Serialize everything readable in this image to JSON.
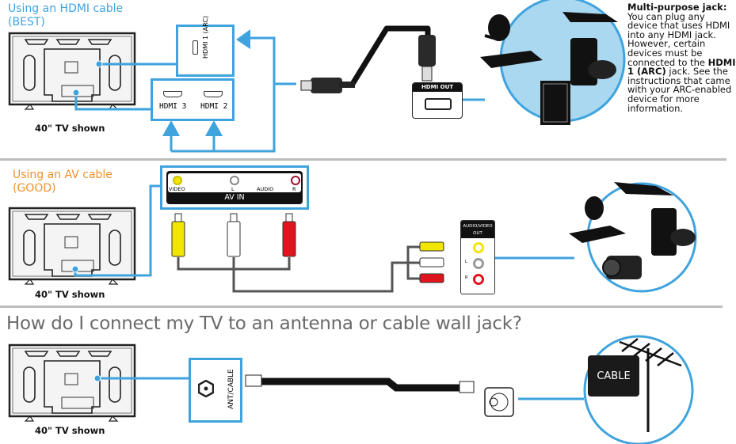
{
  "colors": {
    "accent_blue": "#3fa3de",
    "circle_fill": "#a9d8f0",
    "orange": "#f0902a",
    "heading_gray": "#6a6a6a",
    "divider_gray": "#bdbdbd",
    "rca_yellow": "#f2e500",
    "rca_red": "#e0141e",
    "rca_white": "#ffffff"
  },
  "hdmi_section": {
    "title_line1": "Using an HDMI cable",
    "title_line2": "(BEST)",
    "tv_caption": "40\" TV shown",
    "ports": {
      "hdmi1": "HDMI 1 (ARC)",
      "hdmi3": "HDMI 3",
      "hdmi2": "HDMI 2"
    },
    "device_jack_label": "HDMI OUT",
    "note": {
      "bold_lead": "Multi-purpose jack:",
      "text1": " You can plug any device that uses HDMI into any HDMI jack. However, certain devices must be connected to the ",
      "bold_mid": "HDMI 1 (ARC)",
      "text2": " jack. See the instructions that came with your ARC-enabled device for more information."
    },
    "devices_icon": "devices-group-icon"
  },
  "av_section": {
    "title_line1": "Using an AV cable",
    "title_line2": "(GOOD)",
    "tv_caption": "40\" TV shown",
    "panel_label": "AV IN",
    "jack_labels": {
      "video": "VIDEO",
      "left": "L",
      "audio": "AUDIO",
      "right": "R"
    },
    "device_panel": {
      "title_line1": "AUDIO/VIDEO",
      "title_line2": "OUT",
      "left": "L",
      "right": "R"
    }
  },
  "antenna_section": {
    "heading": "How do I connect my TV to an antenna or cable wall jack?",
    "tv_caption": "40\" TV shown",
    "port_label": "ANT/CABLE",
    "cable_box_label": "CABLE"
  }
}
